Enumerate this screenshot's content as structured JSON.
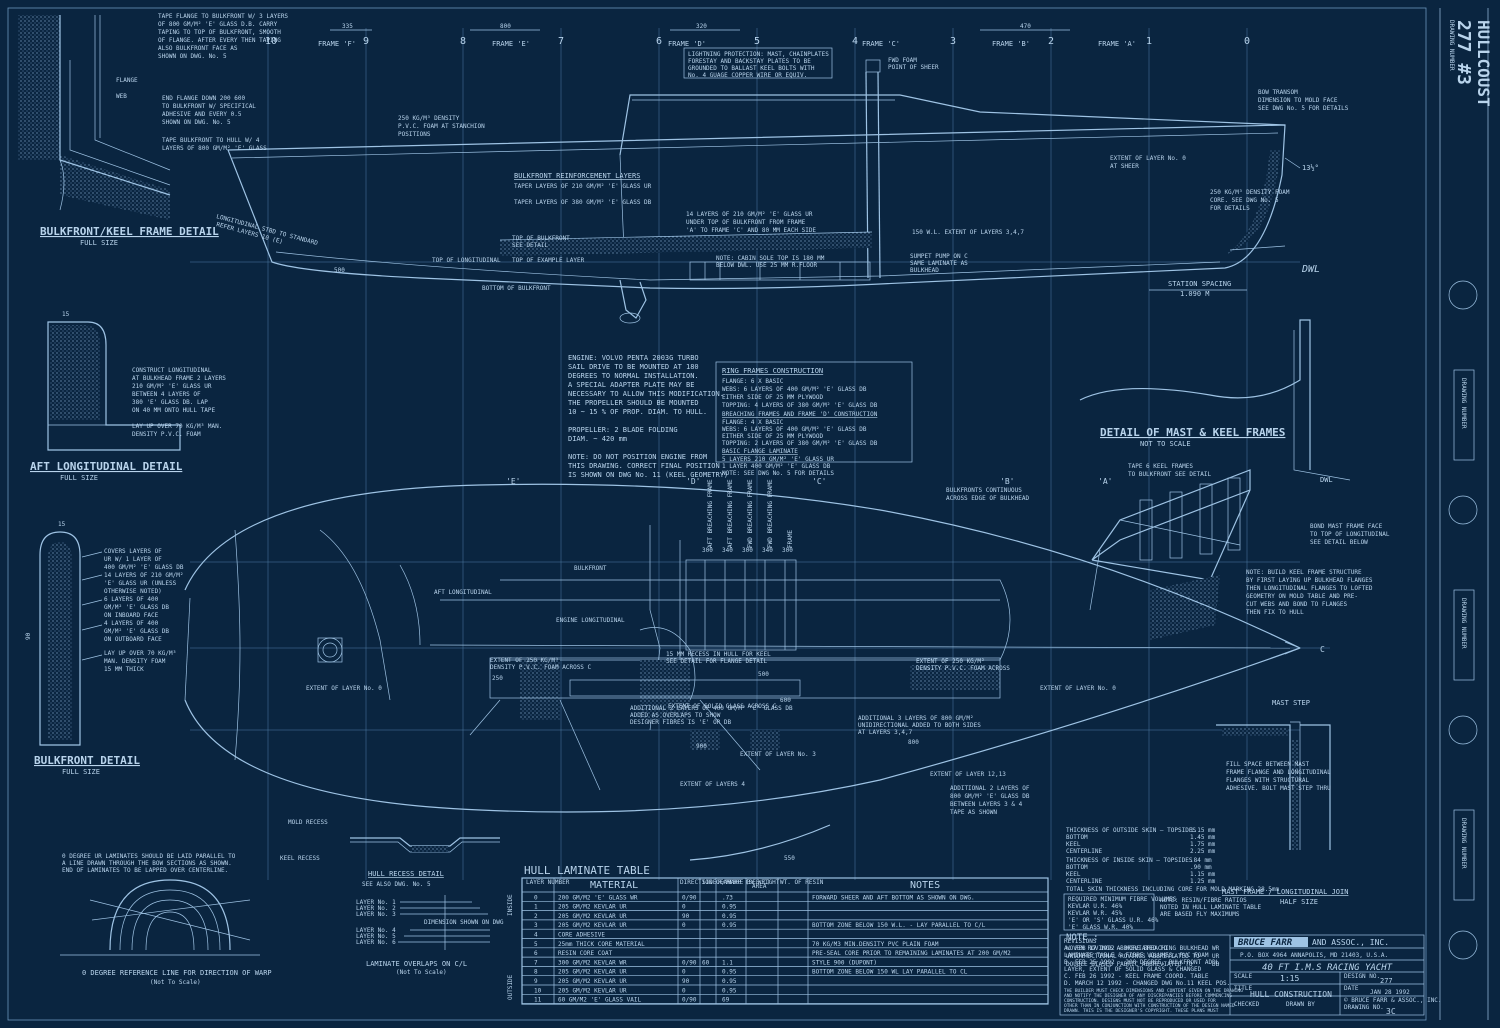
{
  "frames": {
    "top_labels": [
      "FRAME 'F'",
      "FRAME 'E'",
      "FRAME 'D'",
      "FRAME 'C'",
      "FRAME 'B'",
      "FRAME 'A'"
    ],
    "station_numbers": [
      "10",
      "9",
      "8",
      "7",
      "6",
      "5",
      "4",
      "3",
      "2",
      "1",
      "0"
    ],
    "dims": [
      "335",
      "800",
      "320",
      "470"
    ]
  },
  "notes": {
    "flange_top": [
      "TAPE FLANGE TO BULKFRONT W/ 3 LAYERS",
      "OF 800 GM/M² 'E' GLASS D.B. CARRY",
      "TAPING TO TOP OF BULKFRONT, SMOOTH",
      "OF FLANGE. AFTER EVERY THEN TAPING",
      "ALSO BULKFRONT FACE AS",
      "SHOWN ON DWG. No. 5"
    ],
    "flange": "FLANGE",
    "web": "WEB",
    "end_flange": [
      "END FLANGE DOWN 200 600",
      "TO BULKFRONT W/ SPECIFICAL",
      "ADHESIVE AND EVERY 0.5",
      "SHOWN ON DWG. No. 5"
    ],
    "tape_bulk": [
      "TAPE BULKFRONT TO HULL W/ 4",
      "LAYERS OF 800 GM/M² 'E' GLASS"
    ],
    "pvc_foam": [
      "250 KG/M³ DENSITY",
      "P.V.C. FOAM AT STANCHION",
      "POSITIONS"
    ],
    "bulk_reinf_title": "BULKFRONT REINFORCEMENT LAYERS",
    "bulk_reinf_1": "TAPER LAYERS OF 210 GM/M² 'E' GLASS UR",
    "bulk_reinf_2": "TAPER LAYERS OF 380 GM/M² 'E' GLASS DB",
    "layers_14": [
      "14 LAYERS OF 210 GM/M² 'E' GLASS UR",
      "UNDER TOP OF BULKFRONT FROM FRAME",
      "'A' TO FRAME 'C' AND 80 MM EACH SIDE"
    ],
    "lightning": [
      "LIGHTNING PROTECTION: MAST, CHAINPLATES",
      "FORESTAY AND BACKSTAY PLATES TO BE",
      "GROUNDED TO BALLAST KEEL BOLTS WITH",
      "No. 4 GUAGE COPPER WIRE OR EQUIV."
    ],
    "fwd_foam": [
      "FWD FOAM",
      "POINT OF SHEER"
    ],
    "bow_transom": [
      "BOW TRANSOM",
      "DIMENSION TO MOLD FACE",
      "SEE DWG No. 5 FOR DETAILS"
    ],
    "extent_c0": [
      "EXTENT OF LAYER No. 0",
      "AT SHEER"
    ],
    "density_foam": [
      "250 KG/M³ DENSITY FOAM",
      "CORE. SEE DWG No. 5",
      "FOR DETAILS"
    ],
    "angle": "13½°",
    "extent_150": "150 W.L. EXTENT OF LAYERS 3,4,7",
    "dwl": "DWL",
    "station_spacing": "STATION SPACING",
    "station_value": "1.090 M",
    "top_bulk": [
      "TOP OF BULKFRONT",
      "SEE DETAIL"
    ],
    "top_long": "TOP OF LONGITUDINAL",
    "top_ex": "TOP OF EXAMPLE LAYER",
    "bottom_bulk": "BOTTOM OF BULKFRONT",
    "cabin_sole": [
      "NOTE: CABIN SOLE TOP IS 180 MM",
      "BELOW DWL. USE 25 MM R.FLOOR"
    ],
    "sumpet": [
      "SUMPET PUMP ON C",
      "SAME LAMINATE AS",
      "BULKHEAD"
    ],
    "long_stbd": [
      "LONGITUDINAL STBD TO STANDARD",
      "REFER LAYERS 10 (E)"
    ],
    "dim_500": "500",
    "bulk_keel_title": "BULKFRONT/KEEL FRAME DETAIL",
    "bulk_keel_sub": "FULL SIZE",
    "construct": [
      "CONSTRUCT LONGITUDINAL",
      "AT BULKHEAD FRAME 2 LAYERS",
      "210 GM/M² 'E' GLASS UR",
      "BETWEEN 4 LAYERS OF",
      "380 'E' GLASS DB. LAP",
      "ON 40 MM ONTO HULL TAPE"
    ],
    "layup": [
      "LAY UP OVER 70 KG/M³ MAN.",
      "DENSITY P.V.C. FOAM"
    ],
    "aft_long_title": "AFT LONGITUDINAL DETAIL",
    "aft_long_sub": "FULL SIZE",
    "engine": [
      "ENGINE: VOLVO PENTA 2003G TURBO",
      "SAIL DRIVE TO BE MOUNTED AT 180",
      "DEGREES TO NORMAL INSTALLATION.",
      "A SPECIAL ADAPTER PLATE MAY BE",
      "NECESSARY TO ALLOW THIS MODIFICATION.",
      "THE PROPELLER SHOULD BE MOUNTED",
      "10 ~ 15 % OF PROP. DIAM. TO HULL.",
      "",
      "PROPELLER: 2 BLADE FOLDING",
      "DIAM. ~ 420 mm",
      "",
      "NOTE: DO NOT POSITION ENGINE FROM",
      "THIS DRAWING. CORRECT FINAL POSITION",
      "IS SHOWN ON DWG No. 11 (KEEL GEOMETRY)"
    ],
    "ring_frames_title": "RING FRAMES CONSTRUCTION",
    "ring_frames": [
      "FLANGE: 6 X BASIC",
      "WEBS: 6 LAYERS OF 400 GM/M² 'E' GLASS DB",
      "   EITHER SIDE OF 25 MM PLYWOOD",
      "TOPPING: 4 LAYERS OF 380 GM/M² 'E' GLASS DB"
    ],
    "breaching_title": "BREACHING FRAMES AND FRAME 'D' CONSTRUCTION",
    "breaching": [
      "FLANGE: 4 X BASIC",
      "WEBS: 6 LAYERS OF 400 GM/M² 'E' GLASS DB",
      "   EITHER SIDE OF 25 MM PLYWOOD",
      "TOPPING: 2 LAYERS OF 380 GM/M² 'E' GLASS DB"
    ],
    "basic_title": "BASIC FLANGE LAMINATE",
    "basic": [
      "5 LAYERS 210 GM/M² 'E' GLASS UR",
      "1 LAYER 400 GM/M² 'E' GLASS DB",
      "NOTE: SEE DWG No. 5 FOR DETAILS"
    ],
    "mast_keel_title": "DETAIL OF MAST & KEEL FRAMES",
    "mast_keel_sub": "NOT TO SCALE",
    "tape_keel": [
      "TAPE 6 KEEL FRAMES",
      "TO BULKFRONT SEE DETAIL"
    ],
    "bulk_cont": [
      "BULKFRONTS CONTINUOUS",
      "ACROSS EDGE OF BULKHEAD"
    ],
    "dwl_small": "DWL",
    "bond_mast": [
      "BOND MAST FRAME FACE",
      "TO TOP OF LONGITUDINAL",
      "SEE DETAIL BELOW"
    ],
    "build_keel": [
      "NOTE: BUILD KEEL FRAME STRUCTURE",
      "BY FIRST LAYING UP BULKHEAD FLANGES",
      "THEN LONGITUDINAL FLANGES TO LOFTED",
      "GEOMETRY ON MOLD TABLE AND PRE-",
      "CUT WEBS AND BOND TO FLANGES",
      "THEN FIX TO HULL"
    ],
    "covers": [
      "COVERS LAYERS OF",
      "UR W/ 1 LAYER OF",
      "400 GM/M² 'E' GLASS DB"
    ],
    "l14": [
      "14 LAYERS OF 210 GM/M²",
      "'E' GLASS UR (UNLESS",
      "OTHERWISE NOTED)"
    ],
    "l6": [
      "6 LAYERS OF 400",
      "GM/M² 'E' GLASS DB",
      "ON INBOARD FACE"
    ],
    "l4": [
      "4 LAYERS OF 400",
      "GM/M² 'E' GLASS DB",
      "ON OUTBOARD FACE"
    ],
    "layup2": [
      "LAY UP OVER 70 KG/M³",
      "MAN. DENSITY FOAM",
      "15 MM THICK"
    ],
    "dim_15": "15",
    "dim_90": "90",
    "bulk_detail_title": "BULKFRONT DETAIL",
    "bulk_detail_sub": "FULL SIZE",
    "plan_labels": [
      "'E'",
      "'D'",
      "'C'",
      "'B'",
      "'A'"
    ],
    "frame_vert": [
      "AFT BREACHING FRAME",
      "AFT BREACHING FRAME",
      "FWD BREACHING FRAME",
      "FWD BREACHING FRAME",
      "FRAME"
    ],
    "plan_dims": [
      "300",
      "340",
      "300",
      "340",
      "300"
    ],
    "bulkfront": "BULKFRONT",
    "aft_long": "AFT LONGITUDINAL",
    "engine_long": "ENGINE LONGITUDINAL",
    "extent_250a": [
      "EXTENT OF 250 KG/M³",
      "DENSITY P.V.C. FOAM ACROSS C"
    ],
    "recess": [
      "15 MM RECESS IN HULL FOR KEEL",
      "SEE DETAIL FOR FLANGE DETAIL"
    ],
    "extent_250b": [
      "EXTENT OF 250 KG/M³",
      "DENSITY P.V.C. FOAM ACROSS"
    ],
    "extent_l0": "EXTENT OF LAYER No. 0",
    "extent_l0b": "EXTENT OF LAYER No. 0",
    "extent_sole": "EXTENT OF SOLID GLASS ACROSS C",
    "add2": [
      "ADDITIONAL 2 LAYERS OF 400 GM/M² 'E' GLASS DB",
      "ADDED AS OVERLAPS TO SHOW",
      "DESIGNER FIBRES IS 'E' OR DB"
    ],
    "add3": [
      "ADDITIONAL 3 LAYERS OF 800 GM/M²",
      "UNIDIRECTIONAL ADDED TO BOTH SIDES",
      "AT LAYERS 3,4,7"
    ],
    "extent_l3": "EXTENT OF LAYER No. 3",
    "extent_l4": "EXTENT OF LAYERS 4",
    "extent_l12": "EXTENT OF LAYER 12,13",
    "additional2": [
      "ADDITIONAL 2 LAYERS OF",
      "800 GM/M² 'E' GLASS DB",
      "BETWEEN LAYERS 3 & 4",
      "TAPE AS SHOWN"
    ],
    "dim_550": "550",
    "dim_250": "250",
    "dim_500b": "500",
    "dim_600": "600",
    "dim_900": "900",
    "dim_800": "800",
    "cl": "C",
    "mast_step": "MAST STEP",
    "fill_space": [
      "FILL SPACE BETWEEN MAST",
      "FRAME FLANGE AND LONGITUDINAL",
      "FLANGES WITH STRUCTURAL",
      "ADHESIVE. BOLT MAST STEP THRU"
    ],
    "mold_recess": "MOLD RECESS",
    "keel_recess": "KEEL RECESS",
    "hull_recess_title": "HULL RECESS DETAIL",
    "hull_recess_sub": "SEE ALSO DWG. No. 5",
    "layer_rows": [
      "LAYER No. 1",
      "LAYER No. 2",
      "LAYER No. 3",
      "LAYER No. 4",
      "LAYER No. 5",
      "LAYER No. 6"
    ],
    "dim_shown": "DIMENSION SHOWN ON DWG",
    "overlaps_title": "LAMINATE OVERLAPS ON C/L",
    "overlaps_sub": "(Not To Scale)",
    "zero_deg": [
      "0 DEGREE UR LAMINATES SHOULD BE LAID PARALLEL TO",
      "A LINE DRAWN THROUGH THE BOW SECTIONS AS SHOWN.",
      "END OF LAMINATES TO BE LAPPED OVER CENTERLINE."
    ],
    "zero_line": "0 DEGREE REFERENCE LINE FOR DIRECTION OF WARP",
    "zero_sub": "(Not To Scale)",
    "thick_rows": [
      "THICKNESS OF OUTSIDE SKIN — TOPSIDES",
      "                              BOTTOM",
      "                              KEEL",
      "                              CENTERLINE",
      "THICKNESS OF INSIDE SKIN — TOPSIDES",
      "                              BOTTOM",
      "                              KEEL",
      "                              CENTERLINE",
      "TOTAL SKIN THICKNESS INCLUDING CORE FOR MOLD MARKING 28.5mm"
    ],
    "thick_vals": [
      "1.15 mm",
      "1.45 mm",
      "1.75 mm",
      "2.25 mm",
      ".84 mm",
      ".90 mm",
      "1.15 mm",
      "1.25 mm",
      ""
    ],
    "min_fibre": [
      "REQUIRED MINIMUM FIBRE VOLUMES",
      "KEVLAR U.R. 46%",
      "KEVLAR W.R. 45%",
      "'E' OR 'S' GLASS U.R. 46%",
      "'E' GLASS W.R. 40%"
    ],
    "note_resin": [
      "NOTE: RESIN/FIBRE RATIOS",
      "NOTED IN HULL LAMINATE TABLE",
      "ARE BASED FLY MAXIMUMS"
    ],
    "note_title": "NOTE :",
    "note_rows": [
      "WOVEN ROVINGS ABBREVIATED TO",
      "UNIDIRECTIONAL ROVINGS ABBREVIATED TO",
      "DOUBLE BIASED FABRIC ABBREVIATED TO"
    ],
    "note_abbr": [
      "WR",
      "UR",
      "DB"
    ],
    "mast_frame_title": "MAST FRAME / LONGITUDINAL JOIN",
    "mast_frame_sub": "HALF SIZE"
  },
  "laminate": {
    "title": "HULL LAMINATE TABLE",
    "headers": [
      "LAYER NUMBER",
      "MATERIAL",
      "DIRECTION OF WARP (SEE C)",
      "SIDE LAP",
      "R/FIBRE BY WEIGHT",
      "AREA",
      "WT. OF RESIN",
      "NOTES"
    ],
    "side_top": "INSIDE",
    "side_bottom": "OUTSIDE",
    "rows": [
      [
        "0",
        "200 GM/M2 'E' GLASS WR",
        "0/90",
        "",
        ".73",
        "",
        "",
        "FORWARD SHEER AND AFT BOTTOM AS SHOWN ON DWG."
      ],
      [
        "1",
        "205 GM/M2 KEVLAR UR",
        "0",
        "",
        "0.95",
        "",
        "",
        ""
      ],
      [
        "2",
        "205 GM/M2 KEVLAR UR",
        "90",
        "",
        "0.95",
        "",
        "",
        ""
      ],
      [
        "3",
        "205 GM/M2 KEVLAR UR",
        "0",
        "",
        "0.95",
        "",
        "",
        "BOTTOM ZONE BELOW 150 W.L. - LAY PARALLEL TO C/L"
      ],
      [
        "4",
        "CORE ADHESIVE",
        "",
        "",
        "",
        "",
        "",
        ""
      ],
      [
        "5",
        "25mm THICK CORE MATERIAL",
        "",
        "",
        "",
        "",
        "",
        "70 KG/M3 MIN.DENSITY PVC PLAIN FOAM"
      ],
      [
        "6",
        "RESIN CORE COAT",
        "",
        "",
        "",
        "",
        "",
        "PRE-SEAL CORE PRIOR TO REMAINING LAMINATES AT 200 GM/M2"
      ],
      [
        "7",
        "300 GM/M2 KEVLAR WR",
        "0/90",
        "60",
        "1.1",
        "",
        "",
        "STYLE 900 (DUPONT)"
      ],
      [
        "8",
        "205 GM/M2 KEVLAR UR",
        "0",
        "",
        "0.95",
        "",
        "",
        "BOTTOM ZONE BELOW 150 WL LAY PARALLEL TO CL"
      ],
      [
        "9",
        "205 GM/M2 KEVLAR UR",
        "90",
        "",
        "0.95",
        "",
        "",
        ""
      ],
      [
        "10",
        "205 GM/M2 KEVLAR UR",
        "0",
        "",
        "0.95",
        "",
        "",
        ""
      ],
      [
        "11",
        "60 GM/M2 'E' GLASS VAIL",
        "0/90",
        "",
        "69",
        "",
        "",
        ""
      ]
    ]
  },
  "title_block": {
    "revisions_title": "REVISIONS",
    "revisions": [
      "A. FEB 17 1992 - MORE BREACHING BULKHEAD",
      "   LAMINATE TABLE & FIBRE VOLUMES, PVC FOAM",
      "B. FEB 25 1992 - 200 DEGREE, BULKFRONT ADDL",
      "   LAYER, EXTENT OF SOLID GLASS & CHANGED",
      "C. FEB 26 1992 - KEEL FRAME COORD. TABLE",
      "D. MARCH 12 1992 - CHANGED DWG No.11 KEEL POS."
    ],
    "warning": [
      "THE BUILDER MUST CHECK DIMENSIONS AND CONTENT GIVEN ON THE DRAWING",
      "AND NOTIFY THE DESIGNER OF ANY DISCREPANCIES BEFORE COMMENCING",
      "CONSTRUCTION. DESIGNS MUST NOT BE REPRODUCED OR USED FOR",
      "OTHER THAN IN CONJUNCTION WITH CONSTRUCTION OF THE DESIGN NAMED",
      "DRAWN. THIS IS THE DESIGNER'S COPYRIGHT. THESE PLANS MUST",
      "NOT BE USED FOR ANY OTHER BUILDING WITHOUT THE DESIGNER'S",
      "CONSENT. ALL RIGHTS RESERVED. NO HULL MAY BE BUILT FROM THESE",
      "PLANS WITHOUT THE DESIGNER'S CONSENT AND PAYMENT OF FEES."
    ],
    "logo": "BRUCE FARR",
    "company": "AND ASSOC., INC.",
    "address": "P.O. BOX 4964   ANNAPOLIS, MD   21403,  U.S.A.",
    "project": "40 FT I.M.S RACING YACHT",
    "scale_label": "SCALE",
    "scale": "1:15",
    "design_no_label": "DESIGN NO.",
    "design_no": "277",
    "date_label": "DATE",
    "date": "JAN 28 1992",
    "title_label": "TITLE",
    "title": "HULL CONSTRUCTION",
    "copyright": "© BRUCE FARR & ASSOC., INC.",
    "checked_label": "CHECKED",
    "drawn_label": "DRAWN BY",
    "drawing_no_label": "DRAWING NO.",
    "drawing_no": "3C"
  },
  "edge_tab": {
    "number": "277 #3",
    "name": "HULLCOUST",
    "top_small": "DRAWING NUMBER",
    "labels": [
      "DRAWING NUMBER",
      "DRAWING NUMBER",
      "DRAWING NUMBER"
    ]
  }
}
